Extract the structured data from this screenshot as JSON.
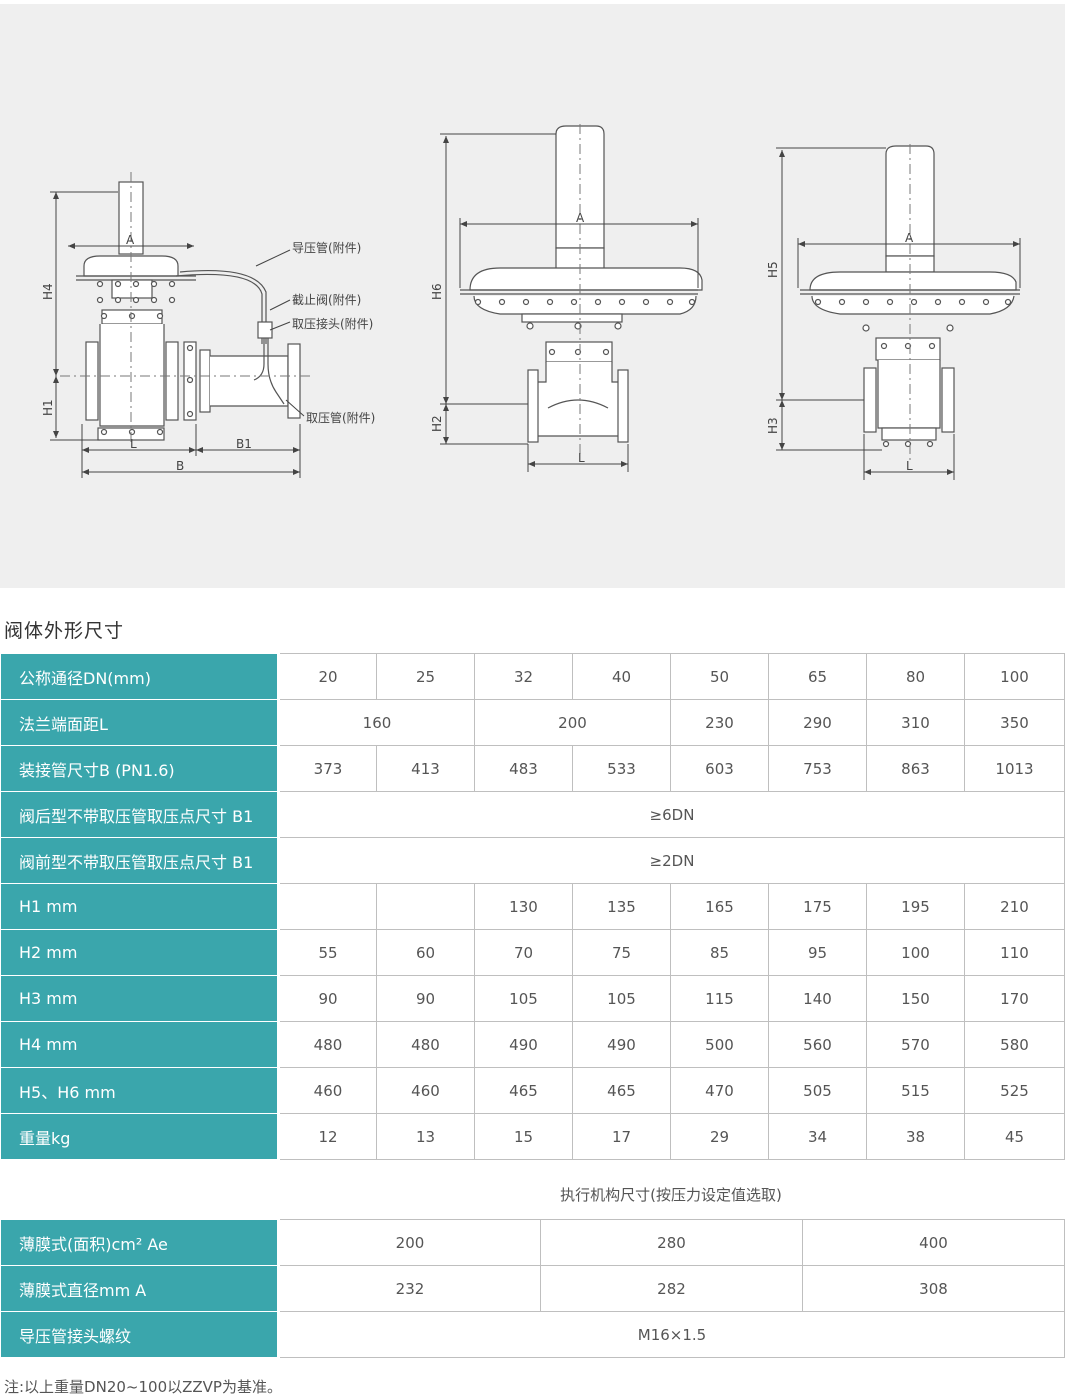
{
  "drawing": {
    "dims": {
      "A": "A",
      "H4": "H4",
      "H1": "H1",
      "L": "L",
      "B1": "B1",
      "B": "B",
      "H6": "H6",
      "H2": "H2",
      "H5": "H5",
      "H3": "H3"
    },
    "callouts": {
      "guide_pipe": "导压管(附件)",
      "stop_valve": "截止阀(附件)",
      "pressure_connector": "取压接头(附件)",
      "pressure_pipe": "取压管(附件)"
    }
  },
  "section_title": "阀体外形尺寸",
  "table1": {
    "rows": [
      {
        "label": "公称通径DN(mm)",
        "cells": [
          {
            "v": "20",
            "span": 1
          },
          {
            "v": "25",
            "span": 1
          },
          {
            "v": "32",
            "span": 1
          },
          {
            "v": "40",
            "span": 1
          },
          {
            "v": "50",
            "span": 1
          },
          {
            "v": "65",
            "span": 1
          },
          {
            "v": "80",
            "span": 1
          },
          {
            "v": "100",
            "span": 1
          }
        ]
      },
      {
        "label": "法兰端面距L",
        "cells": [
          {
            "v": "160",
            "span": 2
          },
          {
            "v": "200",
            "span": 2
          },
          {
            "v": "230",
            "span": 1
          },
          {
            "v": "290",
            "span": 1
          },
          {
            "v": "310",
            "span": 1
          },
          {
            "v": "350",
            "span": 1
          }
        ]
      },
      {
        "label": "装接管尺寸B (PN1.6)",
        "cells": [
          {
            "v": "373",
            "span": 1
          },
          {
            "v": "413",
            "span": 1
          },
          {
            "v": "483",
            "span": 1
          },
          {
            "v": "533",
            "span": 1
          },
          {
            "v": "603",
            "span": 1
          },
          {
            "v": "753",
            "span": 1
          },
          {
            "v": "863",
            "span": 1
          },
          {
            "v": "1013",
            "span": 1
          }
        ]
      },
      {
        "label": "阀后型不带取压管取压点尺寸 B1",
        "cells": [
          {
            "v": "≥6DN",
            "span": 8
          }
        ]
      },
      {
        "label": "阀前型不带取压管取压点尺寸 B1",
        "cells": [
          {
            "v": "≥2DN",
            "span": 8
          }
        ]
      },
      {
        "label": "H1 mm",
        "cells": [
          {
            "v": "",
            "span": 1
          },
          {
            "v": "",
            "span": 1
          },
          {
            "v": "130",
            "span": 1
          },
          {
            "v": "135",
            "span": 1
          },
          {
            "v": "165",
            "span": 1
          },
          {
            "v": "175",
            "span": 1
          },
          {
            "v": "195",
            "span": 1
          },
          {
            "v": "210",
            "span": 1
          }
        ]
      },
      {
        "label": "H2 mm",
        "cells": [
          {
            "v": "55",
            "span": 1
          },
          {
            "v": "60",
            "span": 1
          },
          {
            "v": "70",
            "span": 1
          },
          {
            "v": "75",
            "span": 1
          },
          {
            "v": "85",
            "span": 1
          },
          {
            "v": "95",
            "span": 1
          },
          {
            "v": "100",
            "span": 1
          },
          {
            "v": "110",
            "span": 1
          }
        ]
      },
      {
        "label": "H3 mm",
        "cells": [
          {
            "v": "90",
            "span": 1
          },
          {
            "v": "90",
            "span": 1
          },
          {
            "v": "105",
            "span": 1
          },
          {
            "v": "105",
            "span": 1
          },
          {
            "v": "115",
            "span": 1
          },
          {
            "v": "140",
            "span": 1
          },
          {
            "v": "150",
            "span": 1
          },
          {
            "v": "170",
            "span": 1
          }
        ]
      },
      {
        "label": "H4 mm",
        "cells": [
          {
            "v": "480",
            "span": 1
          },
          {
            "v": "480",
            "span": 1
          },
          {
            "v": "490",
            "span": 1
          },
          {
            "v": "490",
            "span": 1
          },
          {
            "v": "500",
            "span": 1
          },
          {
            "v": "560",
            "span": 1
          },
          {
            "v": "570",
            "span": 1
          },
          {
            "v": "580",
            "span": 1
          }
        ]
      },
      {
        "label": "H5、H6 mm",
        "cells": [
          {
            "v": "460",
            "span": 1
          },
          {
            "v": "460",
            "span": 1
          },
          {
            "v": "465",
            "span": 1
          },
          {
            "v": "465",
            "span": 1
          },
          {
            "v": "470",
            "span": 1
          },
          {
            "v": "505",
            "span": 1
          },
          {
            "v": "515",
            "span": 1
          },
          {
            "v": "525",
            "span": 1
          }
        ]
      },
      {
        "label": "重量kg",
        "cells": [
          {
            "v": "12",
            "span": 1
          },
          {
            "v": "13",
            "span": 1
          },
          {
            "v": "15",
            "span": 1
          },
          {
            "v": "17",
            "span": 1
          },
          {
            "v": "29",
            "span": 1
          },
          {
            "v": "34",
            "span": 1
          },
          {
            "v": "38",
            "span": 1
          },
          {
            "v": "45",
            "span": 1
          }
        ]
      }
    ]
  },
  "mid_caption": "执行机构尺寸(按压力设定值选取)",
  "table2": {
    "rows": [
      {
        "label": "薄膜式(面积)cm² Ae",
        "cells": [
          {
            "v": "200",
            "span": 1
          },
          {
            "v": "280",
            "span": 1
          },
          {
            "v": "400",
            "span": 1
          }
        ]
      },
      {
        "label": "薄膜式直径mm A",
        "cells": [
          {
            "v": "232",
            "span": 1
          },
          {
            "v": "282",
            "span": 1
          },
          {
            "v": "308",
            "span": 1
          }
        ]
      },
      {
        "label": "导压管接头螺纹",
        "cells": [
          {
            "v": "M16×1.5",
            "span": 3
          }
        ]
      }
    ]
  },
  "footnote": "注:以上重量DN20~100以ZZVP为基准。"
}
